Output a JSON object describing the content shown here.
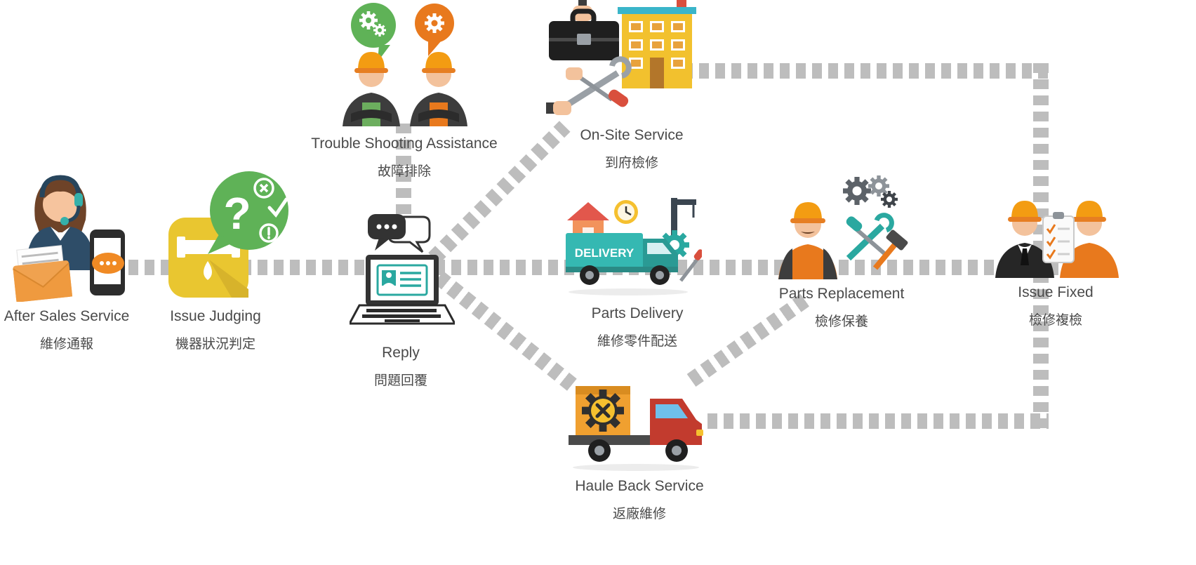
{
  "diagram": {
    "background": "#ffffff",
    "dash_color": "#bdbdbd",
    "text_color": "#4a4a4a",
    "accent_orange": "#e8791d",
    "accent_teal": "#35b8b2",
    "accent_green": "#5fb257",
    "accent_yellow": "#f2c12e",
    "accent_red": "#c23b2e"
  },
  "nodes": [
    {
      "id": "after-sales-service",
      "title": "After Sales Service",
      "subtitle": "維修通報",
      "icon": "support-agent-icon"
    },
    {
      "id": "issue-judging",
      "title": "Issue Judging",
      "subtitle": "機器狀況判定",
      "icon": "pipe-diagnosis-icon"
    },
    {
      "id": "trouble-shooting-assistance",
      "title": "Trouble Shooting Assistance",
      "subtitle": "故障排除",
      "icon": "workers-discussion-icon"
    },
    {
      "id": "reply",
      "title": "Reply",
      "subtitle": "問題回覆",
      "icon": "laptop-chat-icon"
    },
    {
      "id": "on-site-service",
      "title": "On-Site Service",
      "subtitle": "到府檢修",
      "icon": "toolbox-building-icon"
    },
    {
      "id": "parts-delivery",
      "title": "Parts Delivery",
      "subtitle": "維修零件配送",
      "icon": "delivery-truck-icon",
      "truck_text": "DELIVERY"
    },
    {
      "id": "haule-back-service",
      "title": "Haule Back Service",
      "subtitle": "返廠維修",
      "icon": "haul-truck-icon"
    },
    {
      "id": "parts-replacement",
      "title": "Parts Replacement",
      "subtitle": "檢修保養",
      "icon": "technician-tools-icon"
    },
    {
      "id": "issue-fixed",
      "title": "Issue Fixed",
      "subtitle": "檢修複檢",
      "icon": "inspection-checklist-icon"
    }
  ],
  "connectors": [
    {
      "from": "after-sales-service",
      "to": "issue-judging",
      "style": "dashed"
    },
    {
      "from": "issue-judging",
      "to": "reply",
      "style": "dashed"
    },
    {
      "from": "trouble-shooting-assistance",
      "to": "reply",
      "style": "dashed"
    },
    {
      "from": "reply",
      "to": "on-site-service",
      "style": "dashed"
    },
    {
      "from": "reply",
      "to": "parts-delivery",
      "style": "dashed"
    },
    {
      "from": "reply",
      "to": "haule-back-service",
      "style": "dashed"
    },
    {
      "from": "parts-delivery",
      "to": "parts-replacement",
      "style": "dashed"
    },
    {
      "from": "haule-back-service",
      "to": "parts-replacement",
      "style": "dashed"
    },
    {
      "from": "parts-replacement",
      "to": "issue-fixed",
      "style": "dashed"
    },
    {
      "from": "on-site-service",
      "to": "issue-fixed",
      "style": "dashed"
    },
    {
      "from": "haule-back-service",
      "to": "issue-fixed",
      "style": "dashed"
    }
  ]
}
